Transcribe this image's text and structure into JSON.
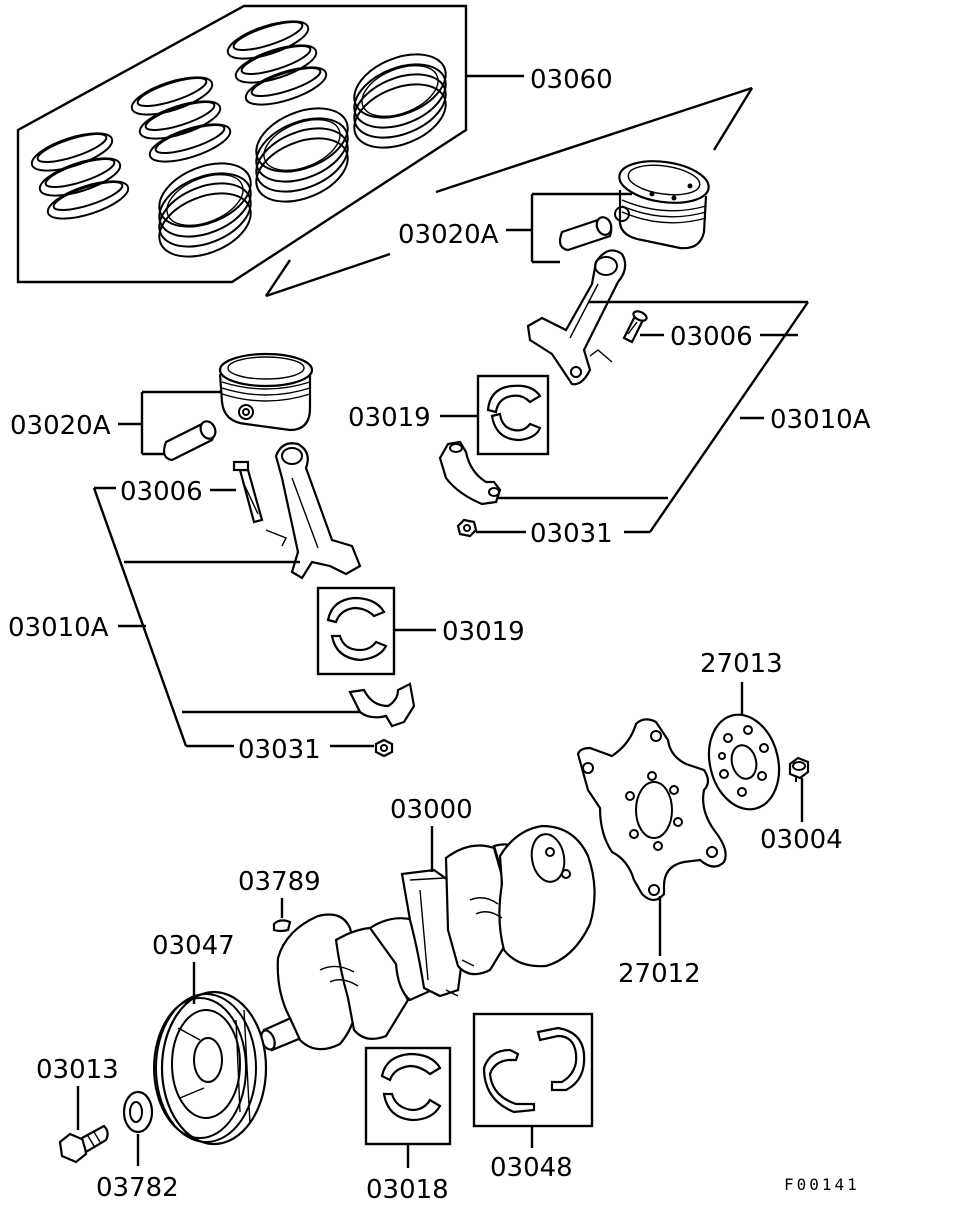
{
  "figure_code": "F00141",
  "callouts": {
    "piston_ring_set": "03060",
    "piston_and_pin_upper": "03020A",
    "piston_and_pin_lower": "03020A",
    "conrod_bolt_upper": "03006",
    "conrod_bolt_lower": "03006",
    "conrod_assy_upper": "03010A",
    "conrod_assy_lower": "03010A",
    "conrod_bearing_upper": "03019",
    "conrod_bearing_lower": "03019",
    "conrod_nut_upper": "03031",
    "conrod_nut_lower": "03031",
    "crankshaft": "03000",
    "crankshaft_key": "03789",
    "crank_pulley": "03047",
    "pulley_bolt": "03013",
    "pulley_washer": "03782",
    "main_bearing": "03018",
    "thrust_bearing": "03048",
    "drive_plate": "27012",
    "adapter_plate": "27013",
    "drive_plate_bolt": "03004"
  }
}
